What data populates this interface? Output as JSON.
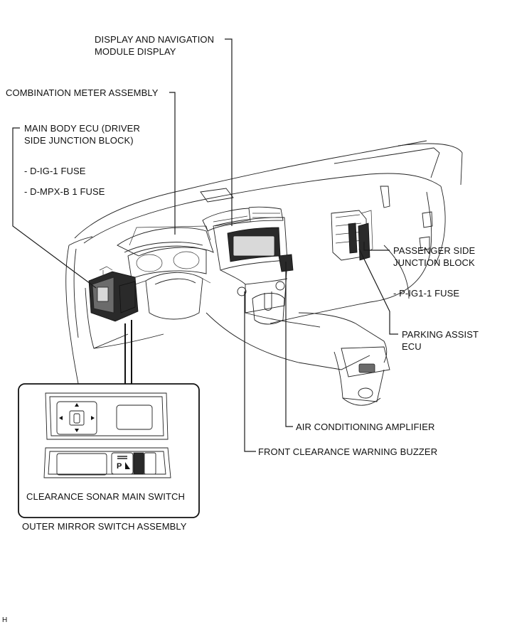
{
  "labels": {
    "display_nav_l1": "DISPLAY AND NAVIGATION",
    "display_nav_l2": "MODULE DISPLAY",
    "combination_meter": "COMBINATION METER ASSEMBLY",
    "main_body_ecu_l1": "MAIN BODY ECU (DRIVER",
    "main_body_ecu_l2": "SIDE JUNCTION BLOCK)",
    "d_ig1_fuse": "- D-IG-1 FUSE",
    "d_mpxb1_fuse": "- D-MPX-B 1 FUSE",
    "passenger_jb_l1": "PASSENGER SIDE",
    "passenger_jb_l2": "JUNCTION BLOCK",
    "p_ig1_fuse": "- P-IG1-1 FUSE",
    "parking_assist_l1": "PARKING ASSIST",
    "parking_assist_l2": "ECU",
    "ac_amplifier": "AIR CONDITIONING AMPLIFIER",
    "front_buzzer": "FRONT CLEARANCE WARNING BUZZER",
    "sonar_switch": "CLEARANCE SONAR MAIN SWITCH",
    "outer_mirror_switch": "OUTER MIRROR SWITCH ASSEMBLY",
    "corner_code": "H",
    "switch_glyph": "P"
  },
  "icons": {
    "mirror_knob": "four-way-arrow-icon",
    "sonar_button": "parking-sonar-icon"
  },
  "colors": {
    "ink": "#111111",
    "background": "#ffffff",
    "component_fill": "#2a2a2a"
  }
}
